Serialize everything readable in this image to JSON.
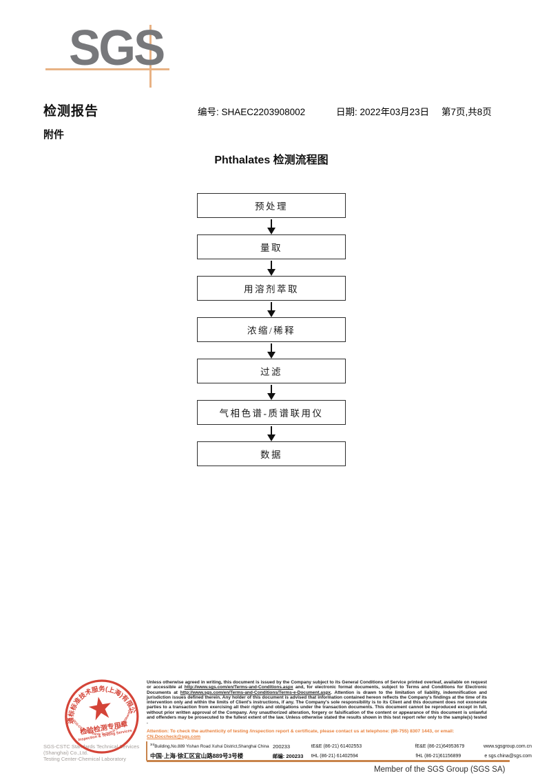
{
  "colors": {
    "logo_gray": "#77787b",
    "crosshair_tan": "#e8b284",
    "footer_orange": "#c8834a",
    "attention_orange": "#e8813d",
    "stamp_red": "#d23b2e"
  },
  "header": {
    "logo_text": "SGS",
    "report_title": "检测报告",
    "number_label": "编号:",
    "number_value": "SHAEC2203908002",
    "date_label": "日期:",
    "date_value": "2022年03月23日",
    "page_info": "第7页,共8页",
    "attachment_label": "附件"
  },
  "flowchart": {
    "title": "Phthalates 检测流程图",
    "steps": [
      {
        "label": "预处理"
      },
      {
        "label": "量取"
      },
      {
        "label": "用溶剂萃取"
      },
      {
        "label": "浓缩/稀释"
      },
      {
        "label": "过滤"
      },
      {
        "label": "气相色谱-质谱联用仪"
      },
      {
        "label": "数据"
      }
    ]
  },
  "footer": {
    "stamp": {
      "arc_text_top": "通标标准技术服务(上海)有限公司",
      "arc_text_bottom": "SGS-CSTC Standards Technical Services(Shanghai)Co.,Ltd.",
      "line1": "检验检测专用章",
      "line2": "Inspection & Testing Services"
    },
    "company_line1": "SGS-CSTC Standards Technical Services (Shanghai) Co.,Ltd.",
    "company_line2": "Testing Center-Chemical Laboratory",
    "disclaimer_part1": "Unless otherwise agreed in writing, this document is issued by the Company subject to its General Conditions of Service printed overleaf, available on request or accessible at ",
    "disclaimer_link1": "http://www.sgs.com/en/Terms-and-Conditions.aspx",
    "disclaimer_part2": " and, for electronic format documents, subject to Terms and Conditions for Electronic Documents at ",
    "disclaimer_link2": "http://www.sgs.com/en/Terms-and-Conditions/Terms-e-Document.aspx",
    "disclaimer_part3": ". Attention is drawn to the limitation of liability, indemnification and jurisdiction issues defined therein. Any holder of this document is advised that information contained hereon reflects the Company's findings at the time of its intervention only and within the limits of Client's instructions, if any. The Company's sole responsibility is to its Client and this document does not exonerate parties to a transaction from exercising all their rights and obligations under the transaction documents. This document cannot be reproduced except in full, without prior written approval of the Company. Any unauthorized alteration, forgery or falsification of the content or appearance of this document is unlawful and offenders may be prosecuted to the fullest extent of the law. Unless otherwise stated the results shown in this test report refer only to the sample(s) tested .",
    "attention_text": "Attention: To check the authenticity of testing /inspection report & certificate, please contact us at telephone: (86-755) 8307 1443, or email: ",
    "attention_email": "CN.Doccheck@sgs.com",
    "address_en": "Building,No.889 Yishan Road Xuhui District,Shanghai China",
    "address_en_sup": "3rd",
    "postcode_en": "200233",
    "tel1": "tE&E (86-21) 61402553",
    "fax1": "fE&E (86-21)64953679",
    "web": "www.sgsgroup.com.cn",
    "address_cn": "中国·上海·徐汇区宜山路889号3号楼",
    "postcode_cn": "邮编: 200233",
    "tel2": "tHL (86-21) 61402594",
    "fax2": "fHL (86-21)61156899",
    "email": "e sgs.china@sgs.com",
    "member": "Member of the SGS Group (SGS SA)"
  }
}
